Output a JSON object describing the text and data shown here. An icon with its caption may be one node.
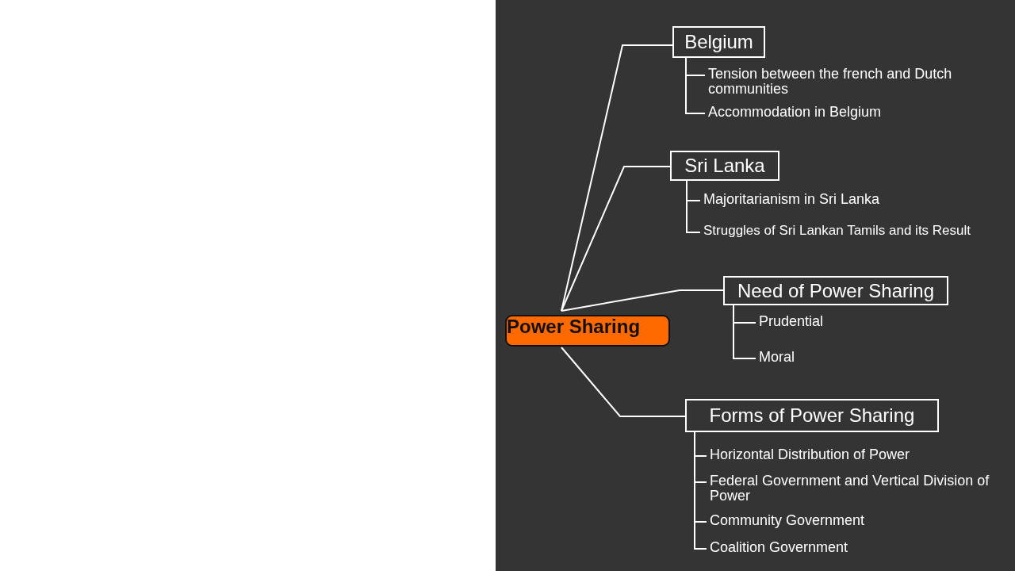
{
  "diagram": {
    "nodes": [
      {
        "text": [
          "Power Sharing"
        ]
      },
      {
        "text": [
          "Belgium"
        ]
      },
      {
        "text": [
          "Tension between the french and Dutch communities"
        ]
      },
      {
        "text": [
          "Accommodation in Belgium"
        ]
      },
      {
        "text": [
          "Sri Lanka"
        ]
      },
      {
        "text": [
          "Majoritarianism in Sri Lanka"
        ]
      },
      {
        "text": [
          "Struggles of Sri Lankan Tamils and its Result"
        ]
      },
      {
        "text": [
          "Need of Power Sharing"
        ]
      },
      {
        "text": [
          "Prudential"
        ]
      },
      {
        "text": [
          "Moral"
        ]
      },
      {
        "text": [
          "Forms of Power Sharing"
        ]
      },
      {
        "text": [
          "Horizontal Distribution of Power"
        ]
      },
      {
        "text": [
          "Federal Government and Vertical Division of Power"
        ]
      },
      {
        "text": [
          "Community Government"
        ]
      },
      {
        "text": [
          "Coalition Government"
        ]
      }
    ],
    "edges": [
      {
        "from": 0,
        "to": 1,
        "arrow": "none"
      },
      {
        "from": 0,
        "to": 4,
        "arrow": "none"
      },
      {
        "from": 0,
        "to": 7,
        "arrow": "none"
      },
      {
        "from": 0,
        "to": 10,
        "arrow": "none"
      },
      {
        "from": 1,
        "to": 2,
        "arrow": "none"
      },
      {
        "from": 1,
        "to": 3,
        "arrow": "none"
      },
      {
        "from": 4,
        "to": 5,
        "arrow": "none"
      },
      {
        "from": 4,
        "to": 6,
        "arrow": "none"
      },
      {
        "from": 7,
        "to": 8,
        "arrow": "none"
      },
      {
        "from": 7,
        "to": 9,
        "arrow": "none"
      },
      {
        "from": 10,
        "to": 11,
        "arrow": "none"
      },
      {
        "from": 10,
        "to": 12,
        "arrow": "none"
      },
      {
        "from": 10,
        "to": 13,
        "arrow": "none"
      },
      {
        "from": 10,
        "to": 14,
        "arrow": "none"
      }
    ]
  }
}
